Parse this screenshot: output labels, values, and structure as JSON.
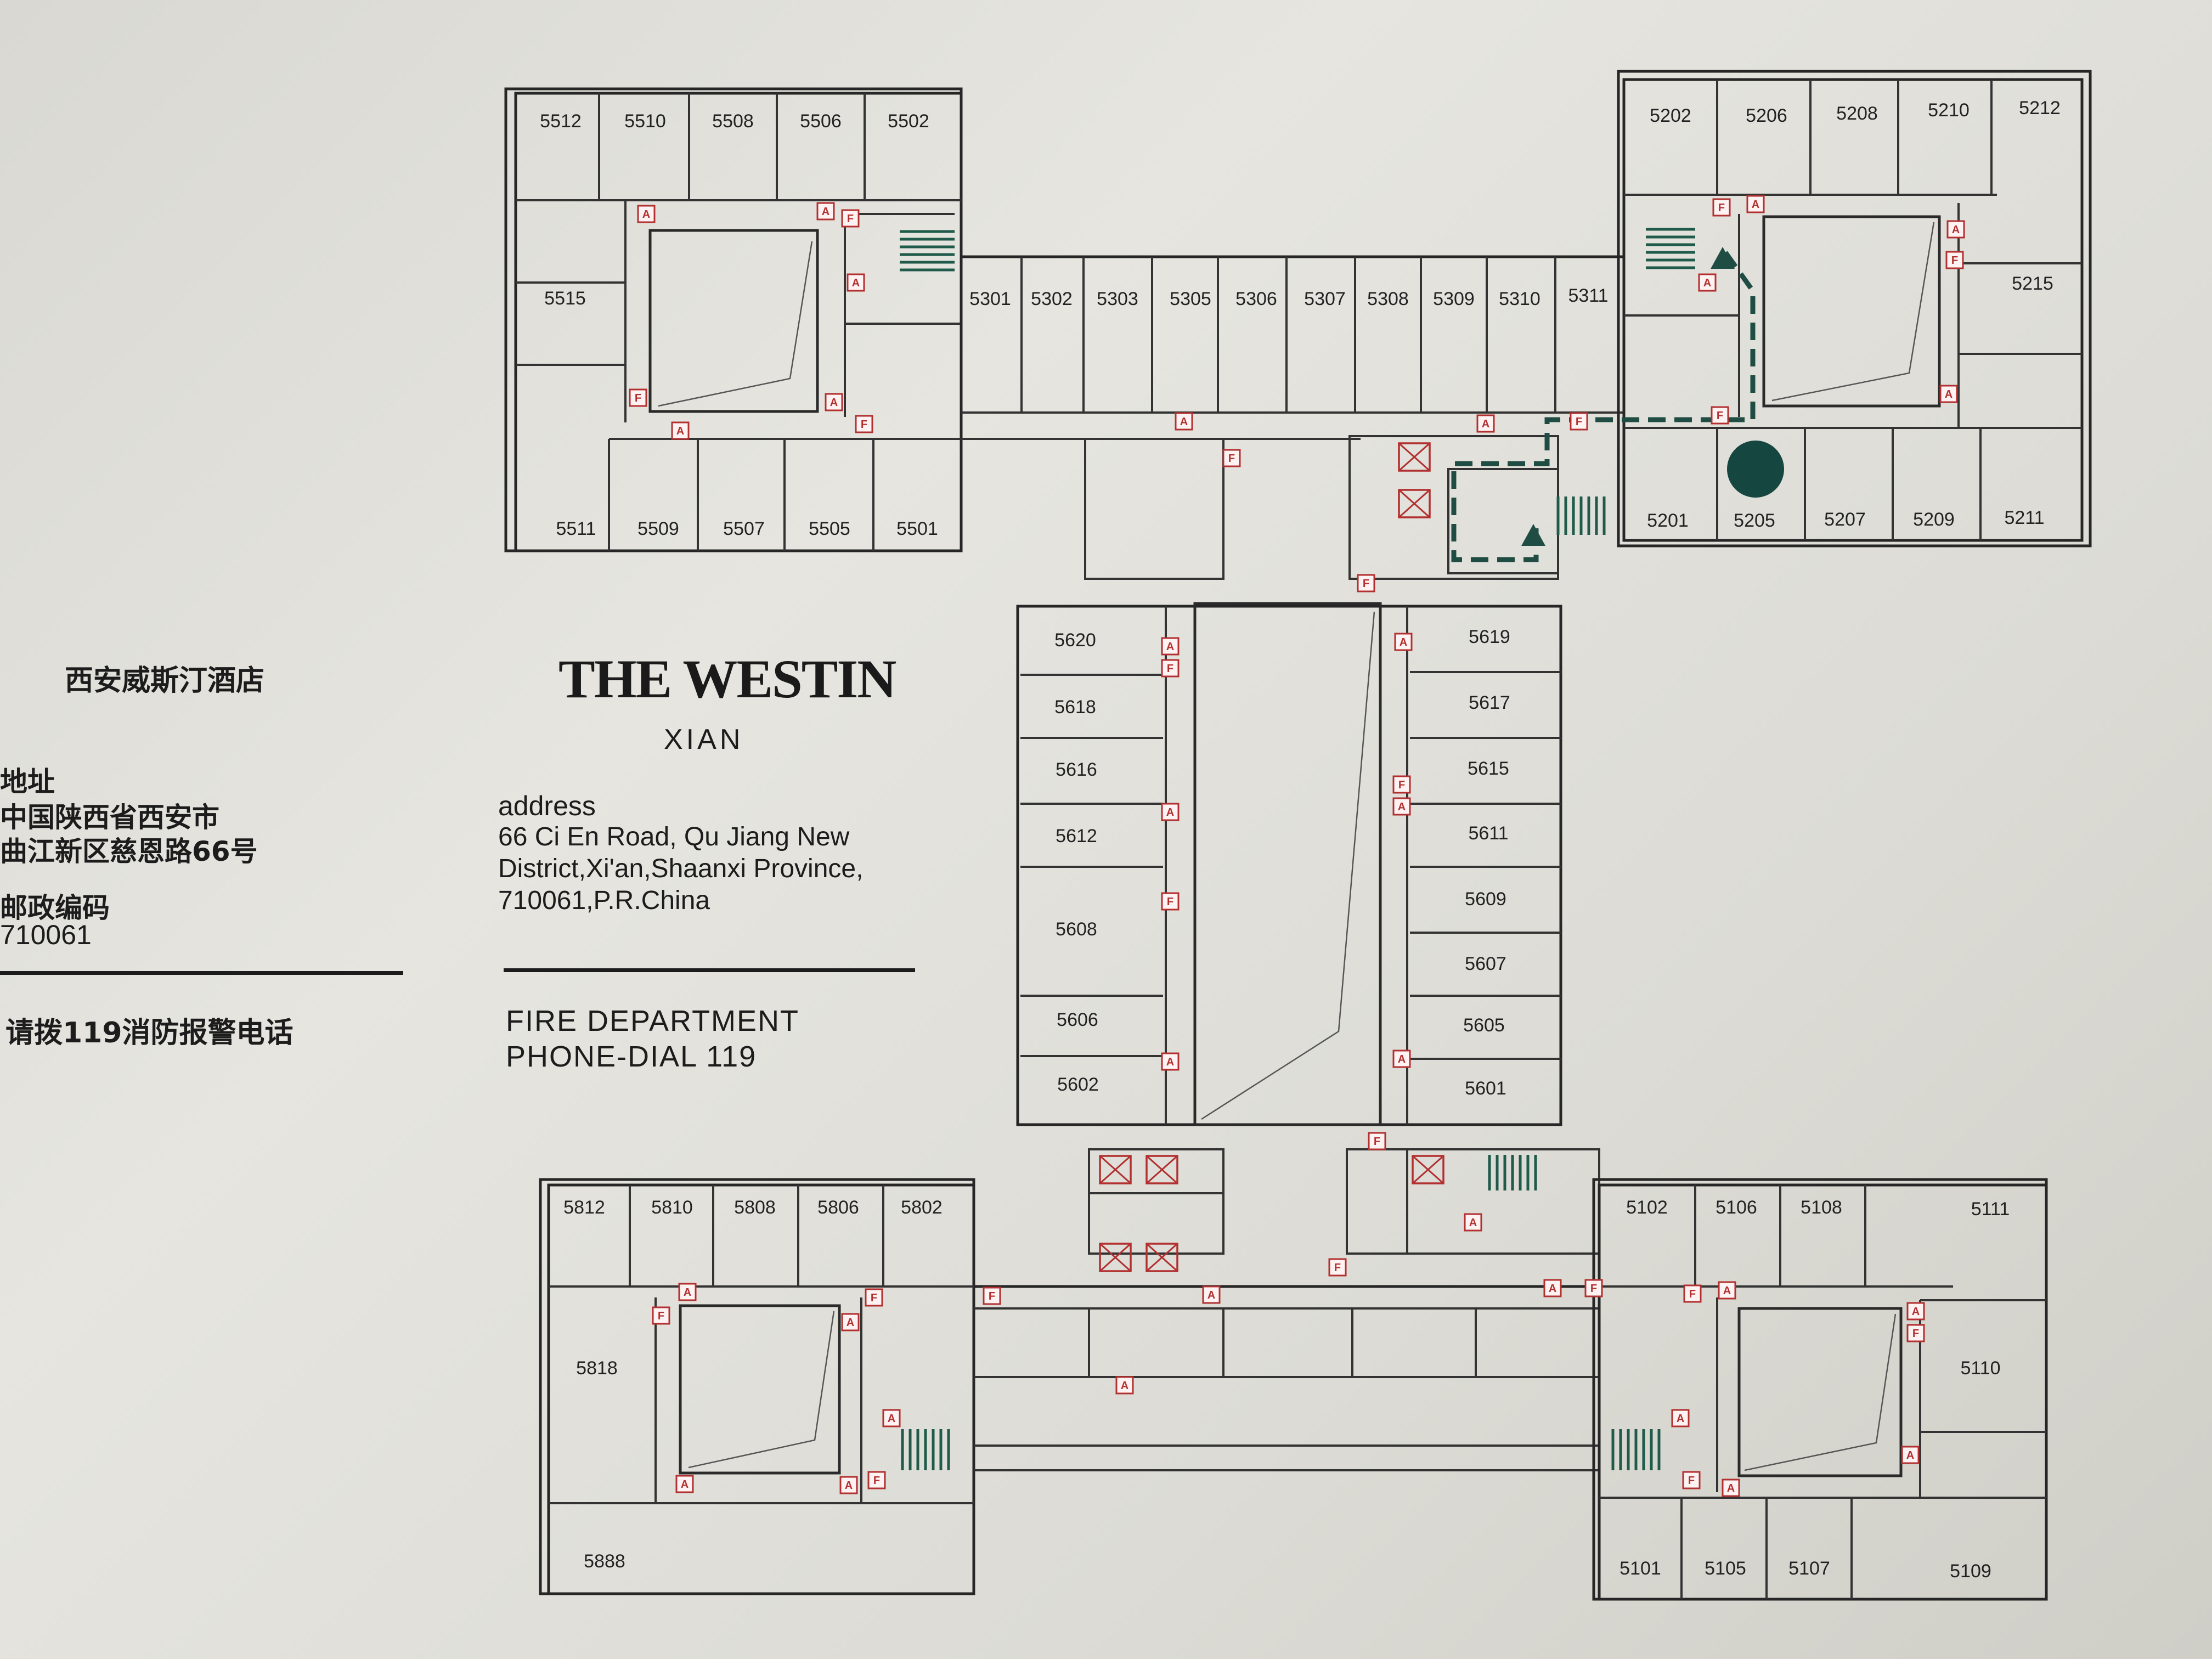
{
  "hotel": {
    "name_zh": "西安威斯汀酒店",
    "logo": "THE WESTIN",
    "city": "XIAN"
  },
  "address_zh": {
    "label": "地址",
    "line1": "中国陕西省西安市",
    "line2": "曲江新区慈恩路66号",
    "postal_label": "邮政编码",
    "postal_code": "710061"
  },
  "address_en": {
    "label": "address",
    "line1": "66 Ci En Road, Qu Jiang New",
    "line2": "District,Xi'an,Shaanxi Province,",
    "line3": "710061,P.R.China"
  },
  "fire": {
    "zh": "请拨119消防报警电话",
    "en_line1": "FIRE DEPARTMENT",
    "en_line2": "PHONE-DIAL 119"
  },
  "symbols": {
    "extinguisher": "A",
    "hydrant": "F"
  },
  "rooms": {
    "wing55_top": [
      "5512",
      "5510",
      "5508",
      "5506",
      "5502"
    ],
    "wing55_left": [
      "5515"
    ],
    "wing55_bottom": [
      "5511",
      "5509",
      "5507",
      "5505",
      "5501"
    ],
    "corridor53": [
      "5301",
      "5302",
      "5303",
      "5305",
      "5306",
      "5307",
      "5308",
      "5309",
      "5310",
      "5311"
    ],
    "wing52_top": [
      "5202",
      "5206",
      "5208",
      "5210",
      "5212"
    ],
    "wing52_right": [
      "5215"
    ],
    "wing52_bottom": [
      "5201",
      "5205",
      "5207",
      "5209",
      "5211"
    ],
    "wing56_left": [
      "5620",
      "5618",
      "5616",
      "5612",
      "5608",
      "5606",
      "5602"
    ],
    "wing56_right": [
      "5619",
      "5617",
      "5615",
      "5611",
      "5609",
      "5607",
      "5605",
      "5601"
    ],
    "wing58_top": [
      "5812",
      "5810",
      "5808",
      "5806",
      "5802"
    ],
    "wing58_left": [
      "5818",
      "5888"
    ],
    "wing51_top": [
      "5102",
      "5106",
      "5108",
      "5111"
    ],
    "wing51_right": [
      "5110"
    ],
    "wing51_bottom": [
      "5101",
      "5105",
      "5107",
      "5109"
    ]
  }
}
